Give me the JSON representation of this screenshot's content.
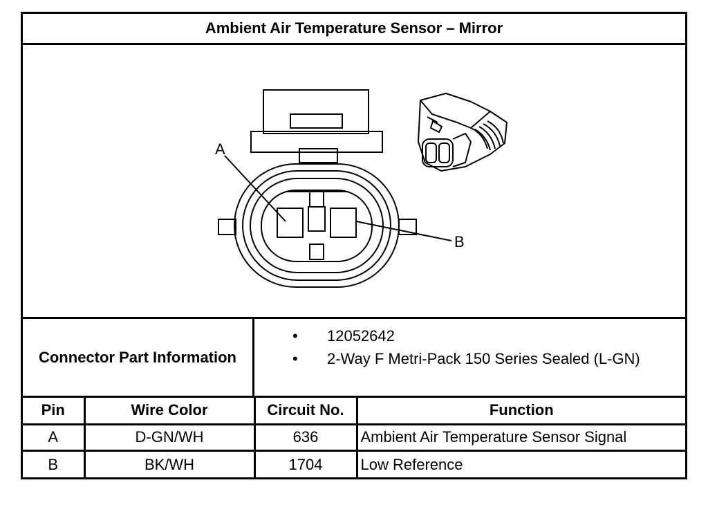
{
  "title": "Ambient Air Temperature Sensor – Mirror",
  "diagram": {
    "pin_labels": [
      "A",
      "B"
    ]
  },
  "connector_info": {
    "label": "Connector Part Information",
    "items": [
      "12052642",
      "2-Way F Metri-Pack 150 Series Sealed (L-GN)"
    ],
    "bullet": "•"
  },
  "pin_table": {
    "headers": [
      "Pin",
      "Wire Color",
      "Circuit No.",
      "Function"
    ],
    "rows": [
      [
        "A",
        "D-GN/WH",
        "636",
        "Ambient Air Temperature Sensor Signal"
      ],
      [
        "B",
        "BK/WH",
        "1704",
        "Low Reference"
      ]
    ]
  }
}
